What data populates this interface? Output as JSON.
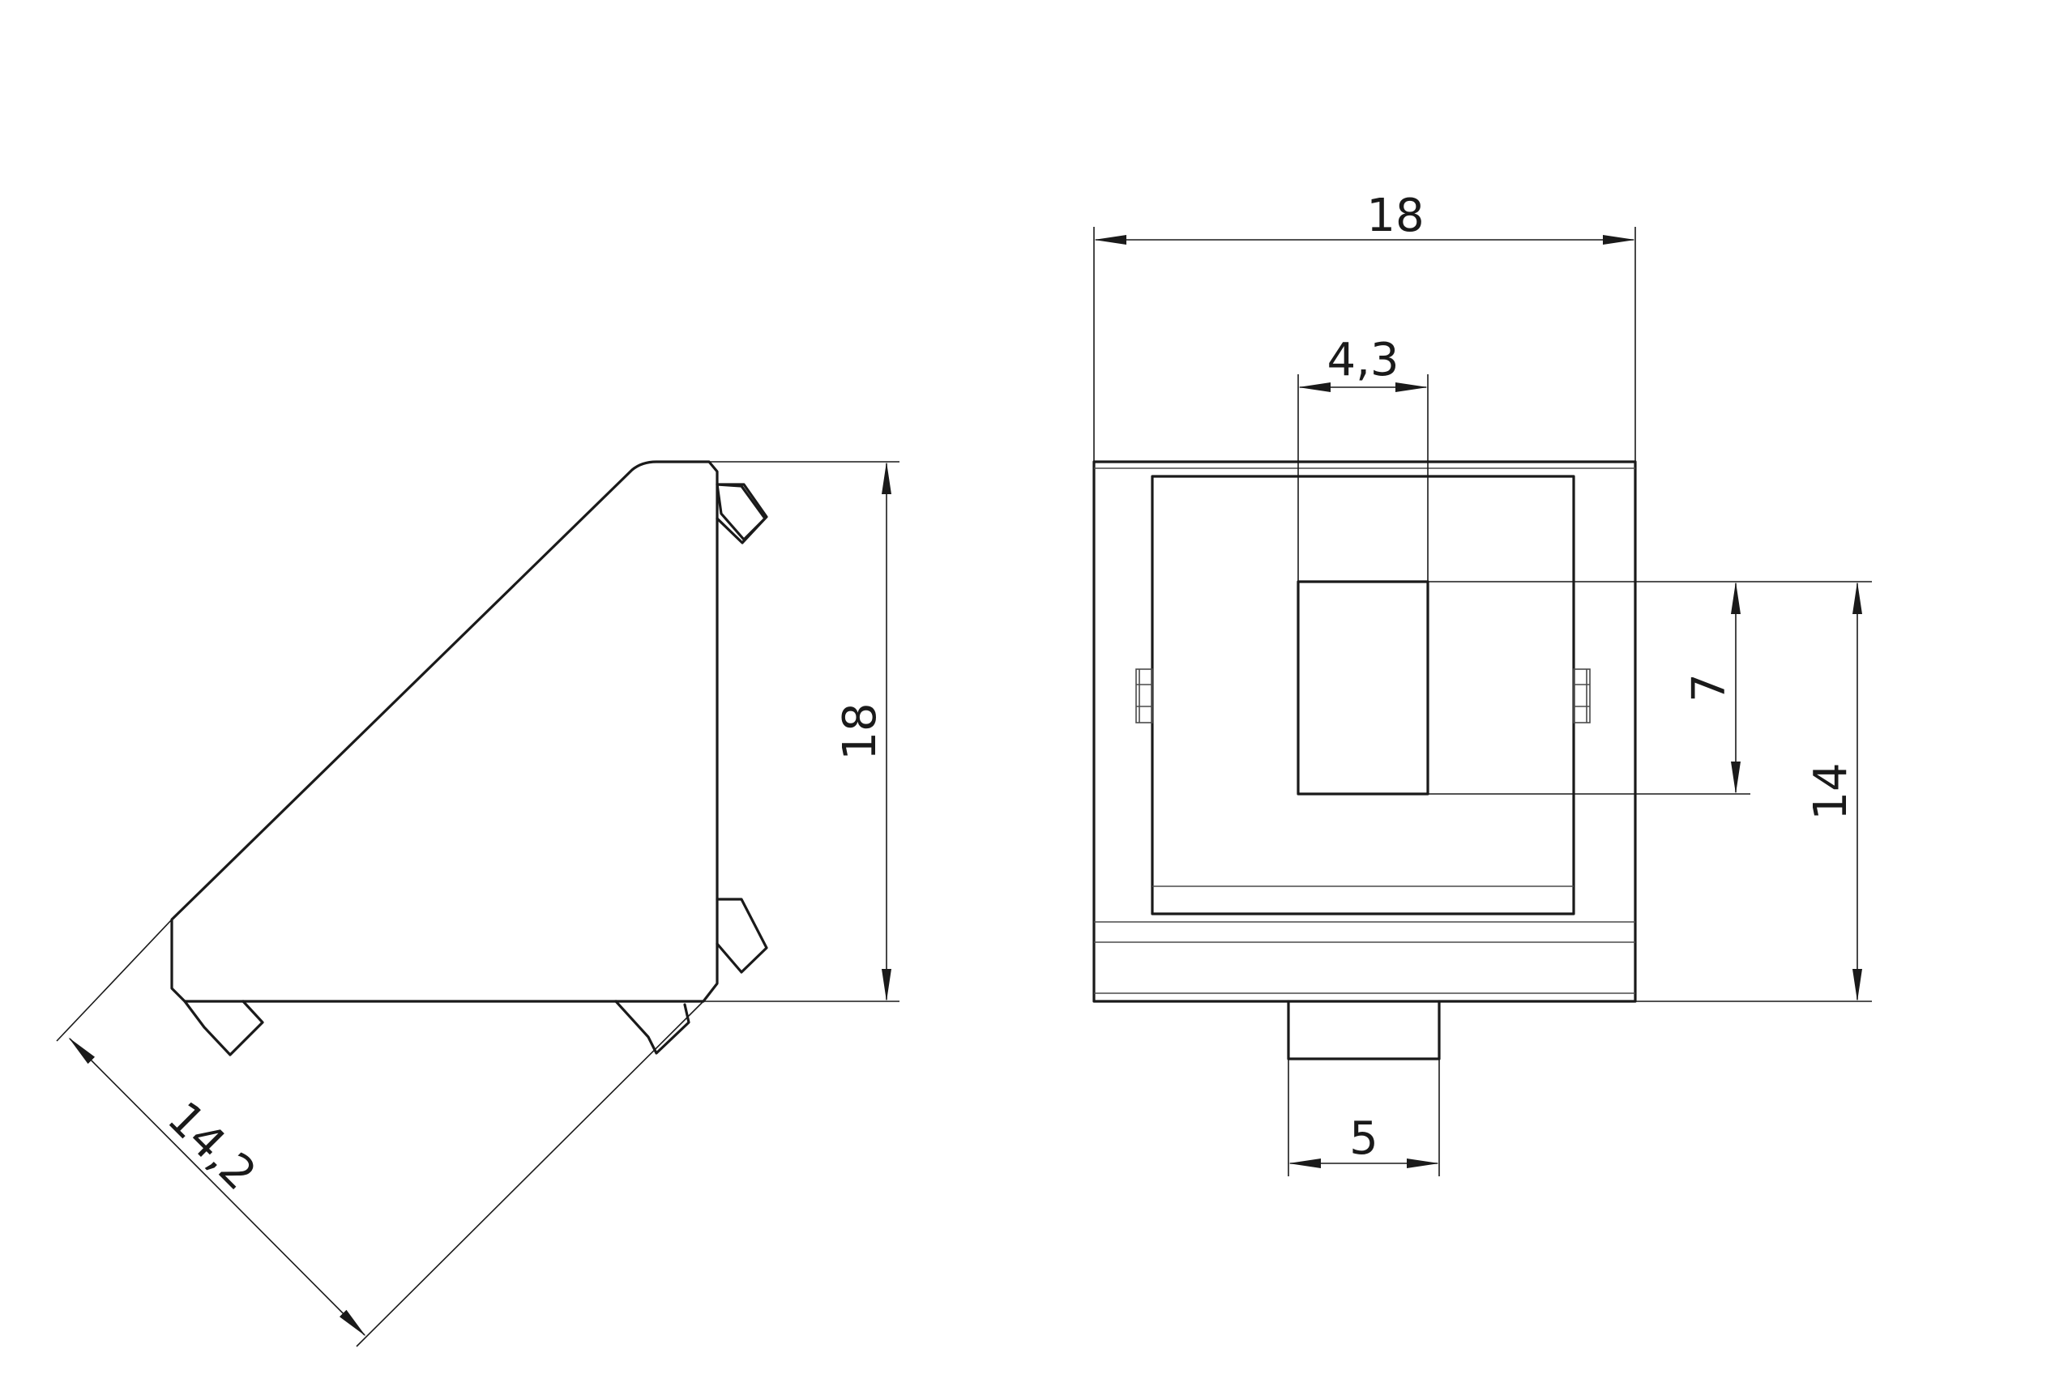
{
  "dimensions": {
    "side_height": "18",
    "side_hypotenuse": "14,2",
    "front_width": "18",
    "slot_width": "4,3",
    "slot_height": "7",
    "front_height": "14",
    "tab_width": "5"
  }
}
